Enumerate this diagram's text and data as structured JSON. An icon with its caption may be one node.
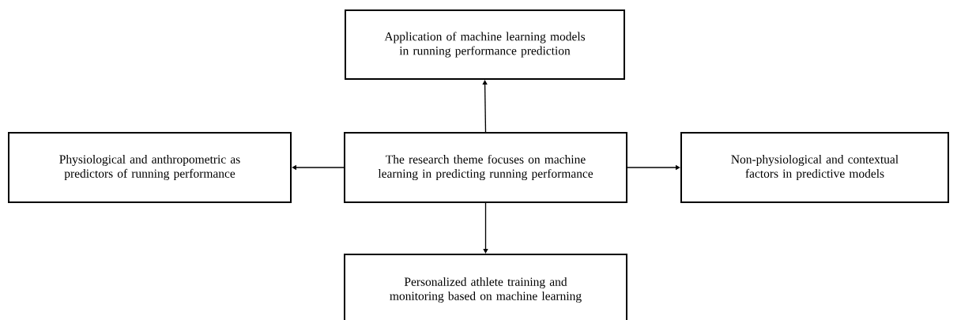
{
  "diagram": {
    "nodes": [
      {
        "text": [
          "The research theme focuses on machine learning in predicting running performance"
        ]
      },
      {
        "text": [
          "Application of machine learning models in running performance prediction"
        ]
      },
      {
        "text": [
          "Physiological and anthropometric as predictors of running performance"
        ]
      },
      {
        "text": [
          "Non-physiological and contextual factors in predictive models"
        ]
      },
      {
        "text": [
          "Personalized athlete training and monitoring based on machine learning"
        ]
      }
    ],
    "edges": [
      {
        "from": 0,
        "to": 1,
        "arrow": "to"
      },
      {
        "from": 0,
        "to": 2,
        "arrow": "to"
      },
      {
        "from": 0,
        "to": 3,
        "arrow": "to"
      },
      {
        "from": 0,
        "to": 4,
        "arrow": "to"
      }
    ]
  }
}
